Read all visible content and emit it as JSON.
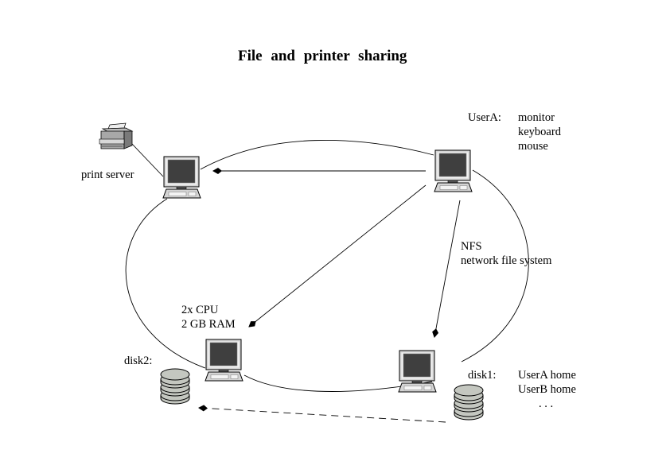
{
  "title": "File and printer sharing",
  "nodes": {
    "printer": {
      "label": "printer",
      "icon": "printer-icon"
    },
    "print_server": {
      "label": "print server",
      "icon": "computer-icon"
    },
    "user_a": {
      "label": "UserA:",
      "items": [
        "monitor",
        "keyboard",
        "mouse"
      ],
      "icon": "computer-icon"
    },
    "compute_server": {
      "specs": [
        "2x CPU",
        "2 GB RAM"
      ],
      "icon": "computer-icon"
    },
    "file_server": {
      "icon": "computer-icon"
    },
    "disk1": {
      "label": "disk1:",
      "contents": [
        "UserA home",
        "UserB home",
        ". . ."
      ],
      "icon": "database-icon"
    },
    "disk2": {
      "label": "disk2:",
      "icon": "database-icon"
    }
  },
  "connections": [
    {
      "from": "user_a",
      "to": "print_server",
      "style": "solid-arrow"
    },
    {
      "from": "user_a",
      "to": "compute_server",
      "style": "solid-arrow"
    },
    {
      "from": "user_a",
      "to": "file_server",
      "style": "solid-arrow",
      "label": "NFS",
      "sublabel": "network file system"
    },
    {
      "from": "disk1",
      "to": "disk2",
      "style": "dashed-arrow"
    },
    {
      "from": "printer",
      "to": "print_server",
      "style": "line"
    }
  ],
  "colors": {
    "line": "#000000",
    "screen": "#3f3f3f",
    "bezel": "#d4d4d4",
    "disk": "#c4c7c0"
  }
}
